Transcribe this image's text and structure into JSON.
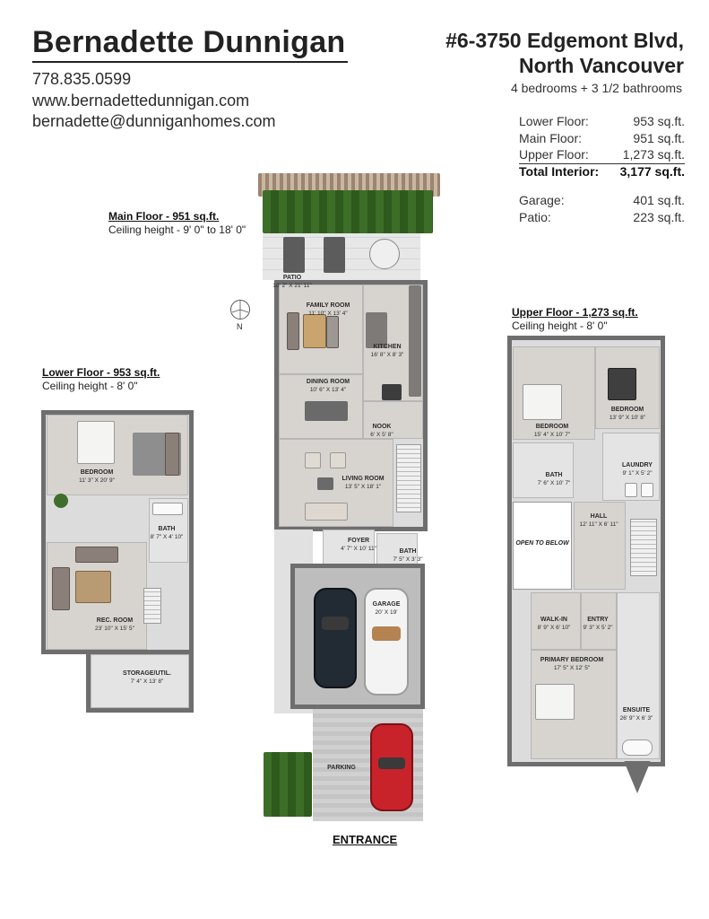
{
  "agent": {
    "name": "Bernadette Dunnigan",
    "phone": "778.835.0599",
    "website": "www.bernadettedunnigan.com",
    "email": "bernadette@dunniganhomes.com"
  },
  "listing": {
    "address_line1": "#6-3750 Edgemont Blvd,",
    "address_line2": "North Vancouver",
    "beds_baths": "4 bedrooms + 3 1/2 bathrooms"
  },
  "areas": [
    {
      "label": "Lower Floor:",
      "value": "953 sq.ft."
    },
    {
      "label": "Main Floor:",
      "value": "951 sq.ft."
    },
    {
      "label": "Upper Floor:",
      "value": "1,273 sq.ft."
    },
    {
      "label": "Total Interior:",
      "value": "3,177 sq.ft."
    },
    {
      "label": "Garage:",
      "value": "401 sq.ft."
    },
    {
      "label": "Patio:",
      "value": "223 sq.ft."
    }
  ],
  "floors": {
    "main": {
      "title": "Main Floor - 951 sq.ft.",
      "ceiling": "Ceiling height - 9' 0\" to 18' 0\""
    },
    "lower": {
      "title": "Lower Floor - 953 sq.ft.",
      "ceiling": "Ceiling height - 8' 0\""
    },
    "upper": {
      "title": "Upper Floor - 1,273 sq.ft.",
      "ceiling": "Ceiling height - 8' 0\""
    }
  },
  "rooms": {
    "main": [
      {
        "name": "PATIO",
        "dim": "10' 2\" X 21' 11\""
      },
      {
        "name": "FAMILY ROOM",
        "dim": "11' 10\" X 13' 4\""
      },
      {
        "name": "KITCHEN",
        "dim": "16' 8\" X 8' 3\""
      },
      {
        "name": "DINING ROOM",
        "dim": "10' 6\" X 13' 4\""
      },
      {
        "name": "NOOK",
        "dim": "6' X 5' 8\""
      },
      {
        "name": "LIVING ROOM",
        "dim": "13' 5\" X 18' 1\""
      },
      {
        "name": "FOYER",
        "dim": "4' 7\" X 10' 11\""
      },
      {
        "name": "BATH",
        "dim": "7' 5\" X 3' 3\""
      },
      {
        "name": "GARAGE",
        "dim": "20' X 19'"
      },
      {
        "name": "PARKING",
        "dim": ""
      }
    ],
    "lower": [
      {
        "name": "BEDROOM",
        "dim": "11' 3\" X 20' 9\""
      },
      {
        "name": "BATH",
        "dim": "8' 7\" X 4' 10\""
      },
      {
        "name": "REC. ROOM",
        "dim": "23' 10\" X 15' 5\""
      },
      {
        "name": "STORAGE/UTIL.",
        "dim": "7' 4\" X 13' 8\""
      }
    ],
    "upper": [
      {
        "name": "BEDROOM",
        "dim": "13' 9\" X 10' 8\""
      },
      {
        "name": "BEDROOM",
        "dim": "15' 4\" X 10' 7\""
      },
      {
        "name": "LAUNDRY",
        "dim": "9' 1\" X 5' 2\""
      },
      {
        "name": "BATH",
        "dim": "7' 6\" X 10' 7\""
      },
      {
        "name": "HALL",
        "dim": "12' 11\" X 6' 11\""
      },
      {
        "name": "WALK-IN",
        "dim": "8' 9\" X 6' 10\""
      },
      {
        "name": "ENTRY",
        "dim": "9' 3\" X 5' 2\""
      },
      {
        "name": "PRIMARY BEDROOM",
        "dim": "17' 5\" X 12' 5\""
      },
      {
        "name": "ENSUITE",
        "dim": "26' 9\" X 6' 3\""
      }
    ]
  },
  "open_to_below": "OPEN TO BELOW",
  "compass_label": "N",
  "entrance": "ENTRANCE",
  "colors": {
    "wall": "#6e6e6e",
    "floor": "#e9e9e7",
    "hedge": "#3c6e28",
    "car_red": "#c8232a"
  }
}
